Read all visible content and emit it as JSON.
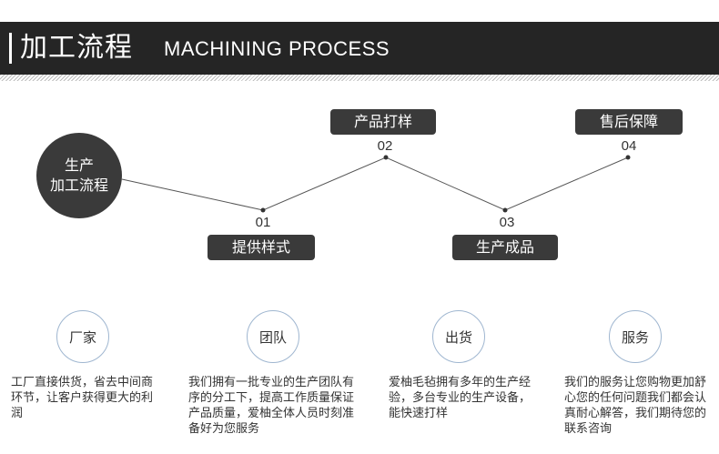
{
  "header": {
    "title_zh": "加工流程",
    "title_en": "MACHINING PROCESS"
  },
  "process": {
    "start": {
      "line1": "生产",
      "line2": "加工流程"
    },
    "steps": [
      {
        "number": "01",
        "label": "提供样式"
      },
      {
        "number": "02",
        "label": "产品打样"
      },
      {
        "number": "03",
        "label": "生产成品"
      },
      {
        "number": "04",
        "label": "售后保障"
      }
    ]
  },
  "features": [
    {
      "title": "厂家",
      "text": "工厂直接供货，省去中间商环节，让客户获得更大的利润"
    },
    {
      "title": "团队",
      "text": "我们拥有一批专业的生产团队有序的分工下，提高工作质量保证产品质量，爱柚全体人员时刻准备好为您服务"
    },
    {
      "title": "出货",
      "text": "爱柚毛毡拥有多年的生产经验，多台专业的生产设备，能快速打样"
    },
    {
      "title": "服务",
      "text": "我们的服务让您购物更加舒心您的任何问题我们都会认真耐心解答，我们期待您的联系咨询"
    }
  ],
  "colors": {
    "banner": "#252525",
    "dark_fill": "#3a3a3a",
    "ring_border": "#9fb6d0",
    "text": "#333333"
  }
}
